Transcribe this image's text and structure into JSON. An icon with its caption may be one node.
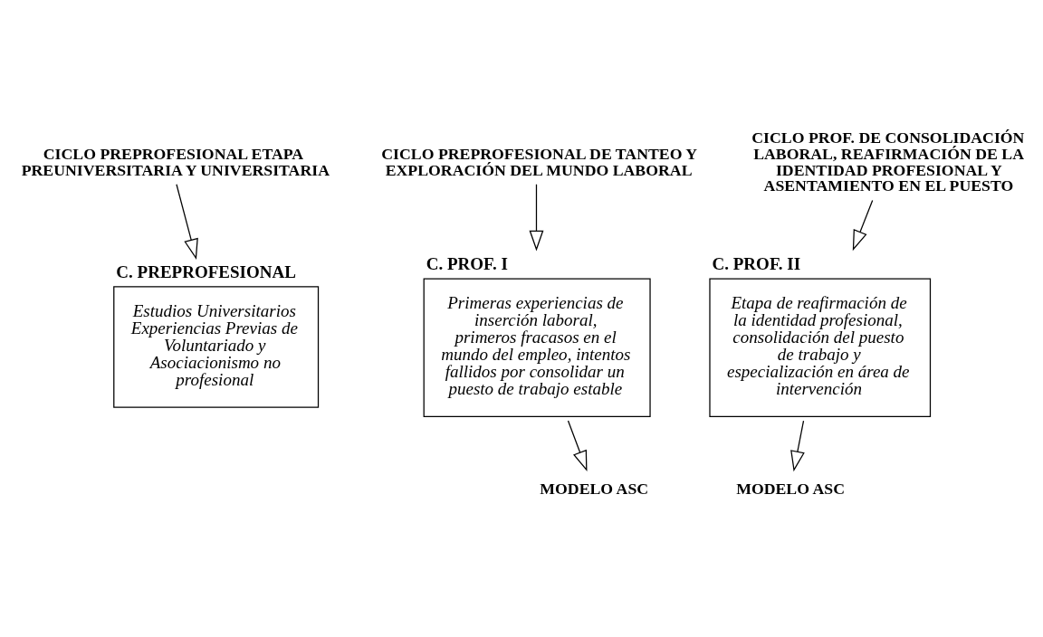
{
  "diagram": {
    "nodes": [
      {
        "text": [
          "CICLO PREPROFESIONAL ETAPA PREUNIVERSITARIA Y UNIVERSITARIA"
        ]
      },
      {
        "text": [
          "CICLO PREPROFESIONAL DE TANTEO Y EXPLORACIÓN DEL MUNDO LABORAL"
        ]
      },
      {
        "text": [
          "CICLO PROF. DE CONSOLIDACIÓN LABORAL, REAFIRMACIÓN DE LA IDENTIDAD PROFESIONAL Y ASENTAMIENTO EN EL PUESTO"
        ]
      },
      {
        "text": [
          "C. PREPROFESIONAL",
          "Estudios Universitarios Experiencias Previas de Voluntariado y Asociacionismo no profesional"
        ]
      },
      {
        "text": [
          "C. PROF. I",
          "Primeras experiencias de inserción laboral, primeros fracasos en el mundo del empleo, intentos fallidos por consolidar un puesto de trabajo estable"
        ]
      },
      {
        "text": [
          "C. PROF. II",
          "Etapa de reafirmación de la identidad profesional, consolidación del puesto de trabajo y especialización en área de intervención"
        ]
      },
      {
        "text": [
          "MODELO ASC"
        ]
      },
      {
        "text": [
          "MODELO ASC"
        ]
      }
    ],
    "edges": [
      {
        "from": 0,
        "to": 3,
        "arrow": "to"
      },
      {
        "from": 1,
        "to": 4,
        "arrow": "to"
      },
      {
        "from": 2,
        "to": 5,
        "arrow": "to"
      },
      {
        "from": 4,
        "to": 6,
        "arrow": "to"
      },
      {
        "from": 5,
        "to": 7,
        "arrow": "to"
      }
    ]
  }
}
